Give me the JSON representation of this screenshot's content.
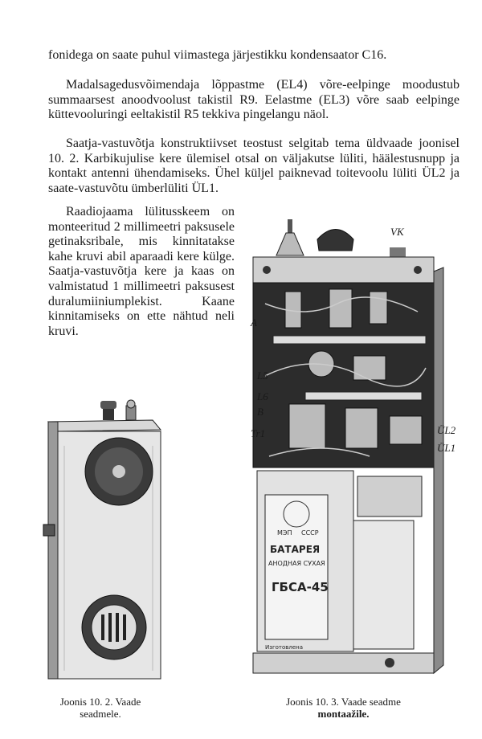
{
  "text": {
    "p1": "fonidega on saate puhul viimastega järjestikku kondensaator C16.",
    "p2": "Madalsagedusvõimendaja lõppastme (EL4) võre-eelpinge moodustub summaarsest anoodvoolust takistil R9. Eelastme (EL3) võre saab eelpinge küttevooluringi eeltakistil R5 tekkiva pingelangu näol.",
    "p3": "Saatja-vastuvõtja konstruktiivset teostust selgitab tema üldvaade joonisel 10. 2. Karbikujulise kere ülemisel otsal on väljakutse lüliti, häälestusnupp ja kontakt antenni ühendamiseks. Ühel küljel paiknevad toitevoolu lüliti ÜL2 ja saate-vastuvõtu ümberlüliti ÜL1.",
    "p4": "Raadiojaama lülitusskeem on monteeritud 2 millimeetri paksusele getinaksribale, mis kinnitatakse kahe kruvi abil aparaadi kere külge. Saatja-vastuvõtja kere ja kaas on valmistatud 1 millimeetri paksusest duralumiiniumplekist. Kaane kinnitamiseks on ette nähtud neli kruvi."
  },
  "figures": {
    "left_caption_1": "Joonis 10. 2. Vaade",
    "left_caption_2": "seadmele.",
    "right_caption_1": "Joonis 10. 3. Vaade seadme",
    "right_caption_2": "montaažile.",
    "labels": {
      "vk": "VK",
      "a": "A",
      "l5": "L5",
      "l6": "L6",
      "b": "B",
      "tr1": "Tr1",
      "ul2": "ÜL2",
      "ul1": "ÜL1"
    },
    "battery": {
      "line1": "МЭП",
      "line2": "СССР",
      "line3": "БАТАРЕЯ",
      "line4": "АНОДНАЯ СУХАЯ",
      "line5": "ГБСА-45",
      "line6": "Изготовлена"
    }
  }
}
